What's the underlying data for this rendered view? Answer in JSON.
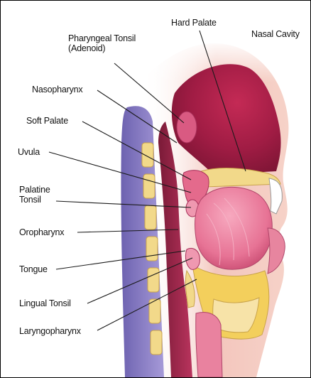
{
  "labels": {
    "hard_palate": "Hard Palate",
    "nasal_cavity": "Nasal Cavity",
    "pharyngeal_tonsil_line1": "Pharyngeal Tonsil",
    "pharyngeal_tonsil_line2": "(Adenoid)",
    "nasopharynx": "Nasopharynx",
    "soft_palate": "Soft Palate",
    "uvula": "Uvula",
    "palatine_tonsil_line1": "Palatine",
    "palatine_tonsil_line2": "Tonsil",
    "oropharynx": "Oropharynx",
    "tongue": "Tongue",
    "lingual_tonsil": "Lingual Tonsil",
    "laryngopharynx": "Laryngopharynx"
  },
  "colors": {
    "nasal_cavity": "#a31d46",
    "tissue_pink": "#e46a8c",
    "tongue": "#f08aa6",
    "bone": "#f2d98a",
    "spine": "#8f84c8",
    "skin": "#f6c7bb",
    "fat_yellow": "#f3cf5c"
  }
}
